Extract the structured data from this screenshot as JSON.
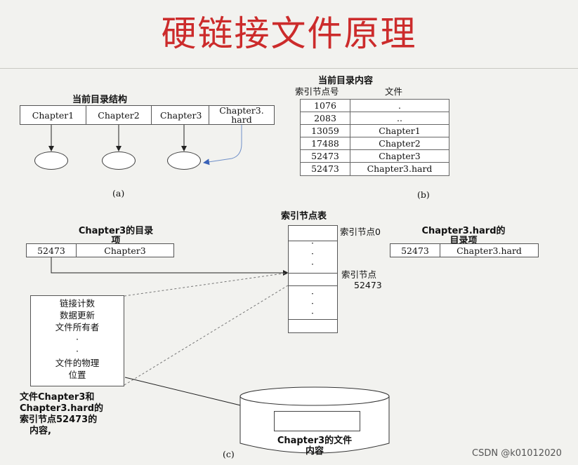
{
  "title": "硬链接文件原理",
  "panel_a": {
    "heading": "当前目录结构",
    "entries": [
      "Chapter1",
      "Chapter2",
      "Chapter3",
      "Chapter3.\nhard"
    ],
    "caption": "(a)"
  },
  "panel_b": {
    "heading": "当前目录内容",
    "col_inode": "索引节点号",
    "col_file": "文件",
    "rows": [
      {
        "inode": "1076",
        "file": "."
      },
      {
        "inode": "2083",
        "file": ".."
      },
      {
        "inode": "13059",
        "file": "Chapter1"
      },
      {
        "inode": "17488",
        "file": "Chapter2"
      },
      {
        "inode": "52473",
        "file": "Chapter3"
      },
      {
        "inode": "52473",
        "file": "Chapter3.hard"
      }
    ],
    "caption": "(b)"
  },
  "panel_c": {
    "inode_table_heading": "索引节点表",
    "inode0_label": "索引节点0",
    "inode_label_line1": "索引节点",
    "inode_label_line2": "52473",
    "dots": "·",
    "ch3_entry_heading_line1": "Chapter3的目录",
    "ch3_entry_heading_line2": "项",
    "ch3_entry_inode": "52473",
    "ch3_entry_name": "Chapter3",
    "hard_entry_heading_line1": "Chapter3.hard的",
    "hard_entry_heading_line2": "目录项",
    "hard_entry_inode": "52473",
    "hard_entry_name": "Chapter3.hard",
    "inode_contents": [
      "链接计数",
      "数据更新",
      "文件所有者",
      "·",
      "·",
      "文件的物理",
      "位置"
    ],
    "inode_desc_lines": [
      "文件Chapter3和",
      "Chapter3.hard的",
      "索引节点52473的",
      "内容,"
    ],
    "disk_label_line1": "Chapter3的文件",
    "disk_label_line2": "内容",
    "caption": "(c)"
  },
  "watermark": "CSDN @k01012020"
}
